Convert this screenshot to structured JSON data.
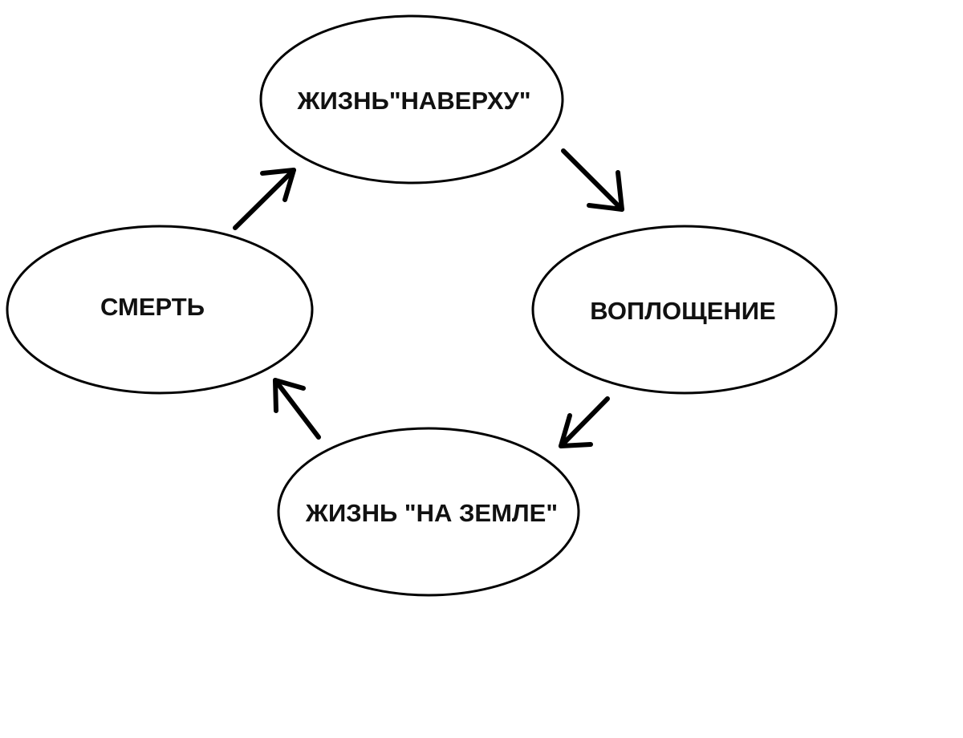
{
  "diagram": {
    "nodes": {
      "life_above": {
        "label": "ЖИЗНЬ\"НАВЕРХУ\""
      },
      "incarnation": {
        "label": "ВОПЛОЩЕНИЕ"
      },
      "life_on_earth": {
        "label": "ЖИЗНЬ \"НА ЗЕМЛЕ\""
      },
      "death": {
        "label": "СМЕРТЬ"
      }
    },
    "edges": [
      {
        "from": "life_above",
        "to": "incarnation"
      },
      {
        "from": "incarnation",
        "to": "life_on_earth"
      },
      {
        "from": "life_on_earth",
        "to": "death"
      },
      {
        "from": "death",
        "to": "life_above"
      }
    ]
  }
}
